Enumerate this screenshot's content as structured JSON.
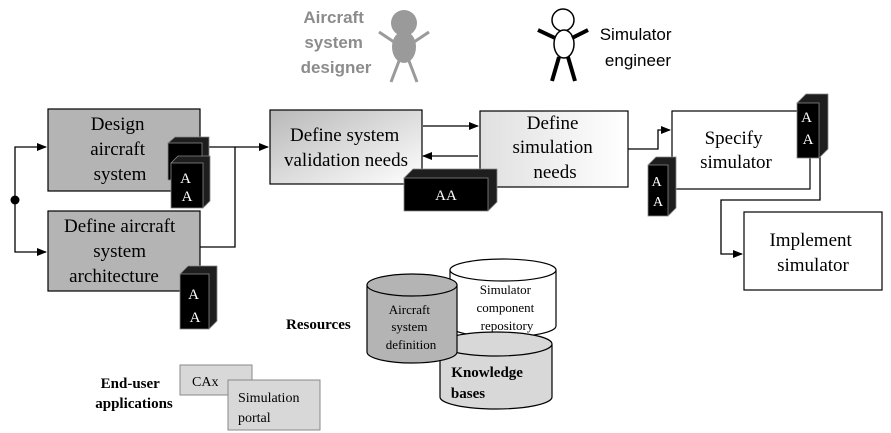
{
  "actors": {
    "designer": [
      "Aircraft",
      "system",
      "designer"
    ],
    "engineer": [
      "Simulator",
      "engineer"
    ]
  },
  "processes": {
    "design": [
      "Design",
      "aircraft",
      "system"
    ],
    "define_arch": [
      "Define aircraft",
      "system",
      "architecture"
    ],
    "validation": [
      "Define system",
      "validation needs"
    ],
    "define_sim": [
      "Define",
      "simulation",
      "needs"
    ],
    "specify": [
      "Specify",
      "simulator"
    ],
    "implement": [
      "Implement",
      "simulator"
    ]
  },
  "aa_label": "AA",
  "aa_stacked": [
    "A",
    "A"
  ],
  "resources": {
    "label": "Resources",
    "aircraft_def": [
      "Aircraft",
      "system",
      "definition"
    ],
    "sim_repo": [
      "Simulator",
      "component",
      "repository"
    ],
    "knowledge": [
      "Knowledge",
      "bases"
    ]
  },
  "end_user": {
    "label": [
      "End-user",
      "applications"
    ],
    "cax": "CAx",
    "portal": [
      "Simulation",
      "portal"
    ]
  },
  "colors": {
    "gray_box": "#b4b4b4",
    "light_gray": "#d8d8d8",
    "actor_gray": "#9a9a9a",
    "black": "#000000"
  }
}
